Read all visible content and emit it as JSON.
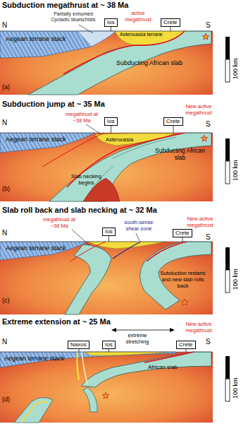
{
  "diagram": {
    "nodes": [
      {
        "text": [
          "Ios"
        ]
      },
      {
        "text": [
          "Crete"
        ]
      },
      {
        "text": [
          "Ios"
        ]
      },
      {
        "text": [
          "Crete"
        ]
      },
      {
        "text": [
          "Ios"
        ]
      },
      {
        "text": [
          "Crete"
        ]
      },
      {
        "text": [
          "Naxos"
        ]
      },
      {
        "text": [
          "Ios"
        ]
      },
      {
        "text": [
          "Crete"
        ]
      }
    ],
    "labels": [
      "Subduction megathrust at ~ 38 Ma",
      "N",
      "S",
      "Partially exhumed Cycladic blueschists",
      "active megathrust",
      "Aegean terrane stack",
      "Asteroussia terrane",
      "Subducting African slab",
      "100 km",
      "(a)",
      "Subduction jump at ~ 35 Ma",
      "N",
      "S",
      "megathrust at ~38 Ma",
      "New active megathrust",
      "Aegean terrane stack",
      "Asteroussia",
      "Slab necking begins",
      "Subducting African slab",
      "100 km",
      "(b)",
      "Slab roll back and slab necking at ~ 32 Ma",
      "N",
      "S",
      "megathrust at ~38 Ma",
      "south-sense shear zone",
      "New active megathrust",
      "Aegean terrane stack",
      "Subduction restarts and new slab rolls back",
      "100 km",
      "(c)",
      "Extreme extension at ~ 25 Ma",
      "extreme stretching",
      "N",
      "S",
      "New active megathrust",
      "Aegean terrane stack",
      "African slab",
      "100 km",
      "(d)"
    ]
  }
}
